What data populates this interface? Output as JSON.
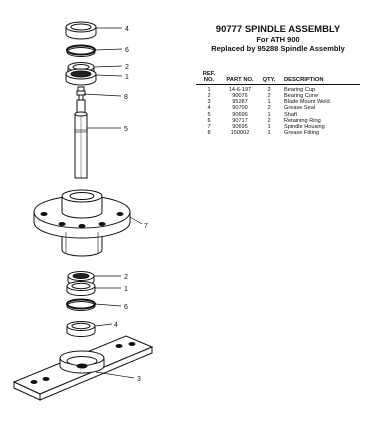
{
  "title": "90777 SPINDLE ASSEMBLY",
  "subtitle_1": "For ATH 900",
  "subtitle_2": "Replaced by 95288 Spindle Assembly",
  "table": {
    "headers": {
      "ref": "REF. NO.",
      "part": "PART NO.",
      "qty": "QTY.",
      "desc": "DESCRIPTION"
    },
    "rows": [
      {
        "ref": "1",
        "part": "14-6-197",
        "qty": "2",
        "desc": "Bearing Cup"
      },
      {
        "ref": "2",
        "part": "90076",
        "qty": "2",
        "desc": "Bearing Cone"
      },
      {
        "ref": "3",
        "part": "95287",
        "qty": "1",
        "desc": "Blade Mount Weld."
      },
      {
        "ref": "4",
        "part": "90700",
        "qty": "2",
        "desc": "Grease Seal"
      },
      {
        "ref": "5",
        "part": "90696",
        "qty": "1",
        "desc": "Shaft"
      },
      {
        "ref": "6",
        "part": "90717",
        "qty": "2",
        "desc": "Retaining Ring"
      },
      {
        "ref": "7",
        "part": "90695",
        "qty": "1",
        "desc": "Spindle Housing"
      },
      {
        "ref": "8",
        "part": "150002",
        "qty": "1",
        "desc": "Grease Fitting"
      }
    ]
  },
  "callouts": {
    "top_seal": "4",
    "top_ring": "6",
    "top_cone": "2",
    "top_cup": "1",
    "fitting": "8",
    "shaft": "5",
    "housing": "7",
    "bottom_cone": "2",
    "bottom_cup": "1",
    "bottom_ring": "6",
    "bottom_seal": "4",
    "blade_mount": "3"
  }
}
